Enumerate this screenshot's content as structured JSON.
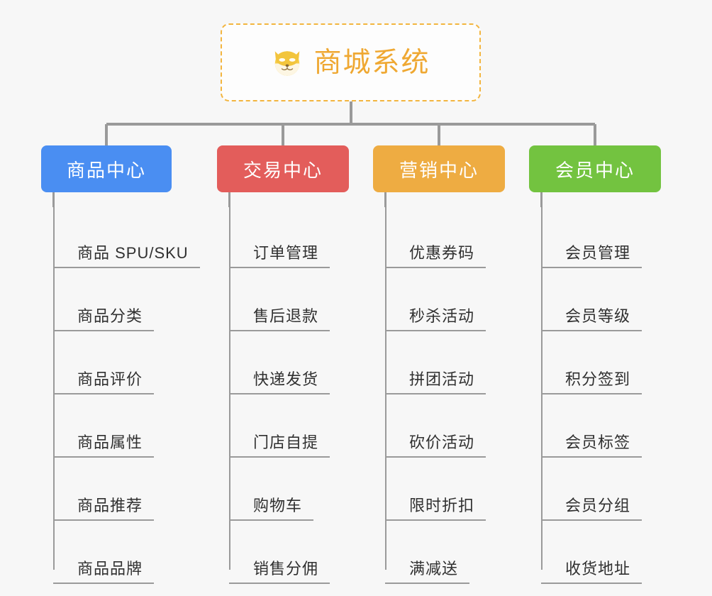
{
  "root": {
    "title": "商城系统",
    "icon": "shiba-dog-face-icon",
    "border_color": "#f3b53f",
    "title_color": "#efa832"
  },
  "canvas": {
    "background": "#f7f7f7",
    "connector_color": "#9a9a9a"
  },
  "branches": [
    {
      "label": "商品中心",
      "color": "#4a8ef2",
      "leaves": [
        "商品 SPU/SKU",
        "商品分类",
        "商品评价",
        "商品属性",
        "商品推荐",
        "商品品牌"
      ]
    },
    {
      "label": "交易中心",
      "color": "#e35d5b",
      "leaves": [
        "订单管理",
        "售后退款",
        "快递发货",
        "门店自提",
        "购物车",
        "销售分佣"
      ]
    },
    {
      "label": "营销中心",
      "color": "#eeac42",
      "leaves": [
        "优惠券码",
        "秒杀活动",
        "拼团活动",
        "砍价活动",
        "限时折扣",
        "满减送"
      ]
    },
    {
      "label": "会员中心",
      "color": "#73c340",
      "leaves": [
        "会员管理",
        "会员等级",
        "积分签到",
        "会员标签",
        "会员分组",
        "收货地址"
      ]
    }
  ]
}
